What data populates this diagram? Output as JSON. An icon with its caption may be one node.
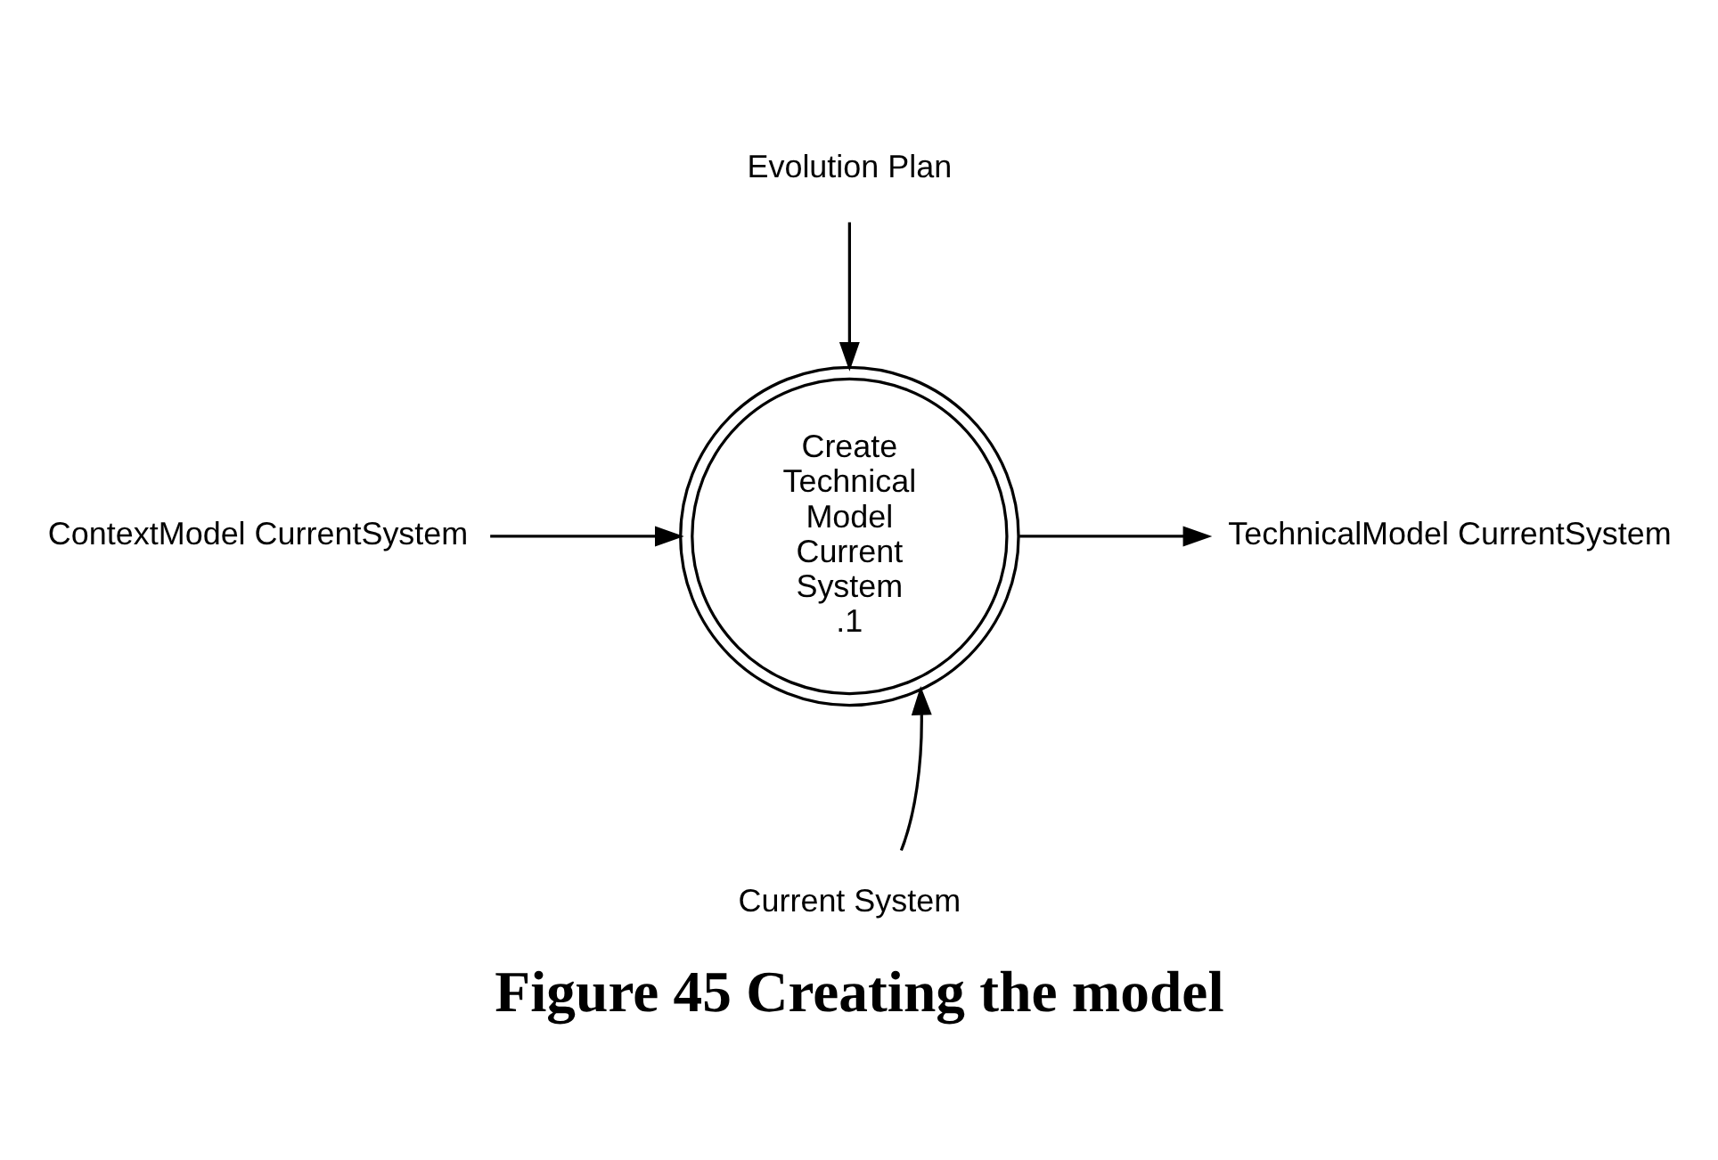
{
  "diagram": {
    "caption": "Figure 45 Creating the model",
    "nodes": [
      {
        "text": [
          "Create Technical Model Current System",
          ".1"
        ]
      },
      {
        "text": [
          "Evolution Plan"
        ]
      },
      {
        "text": [
          "ContextModel CurrentSystem"
        ]
      },
      {
        "text": [
          "TechnicalModel CurrentSystem"
        ]
      },
      {
        "text": [
          "Current System"
        ]
      }
    ],
    "edges": [
      {
        "from": 1,
        "to": 0,
        "arrow": "to"
      },
      {
        "from": 2,
        "to": 0,
        "arrow": "to"
      },
      {
        "from": 0,
        "to": 3,
        "arrow": "to"
      },
      {
        "from": 4,
        "to": 0,
        "arrow": "to"
      }
    ]
  }
}
